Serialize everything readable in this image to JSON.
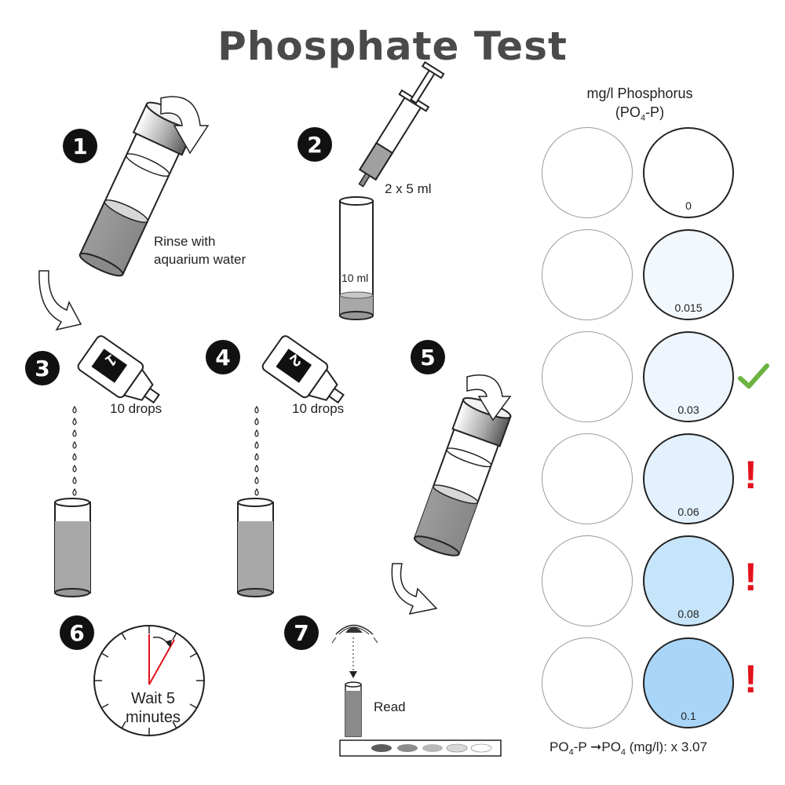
{
  "title": "Phosphate  Test",
  "steps": {
    "s1": {
      "badge": "1",
      "text_line1": "Rinse with",
      "text_line2": "aquarium water"
    },
    "s2": {
      "badge": "2",
      "volume": "2 x 5 ml",
      "tube_mark": "10 ml"
    },
    "s3": {
      "badge": "3",
      "bottle_number": "1",
      "drops": "10 drops"
    },
    "s4": {
      "badge": "4",
      "bottle_number": "2",
      "drops": "10 drops"
    },
    "s5": {
      "badge": "5"
    },
    "s6": {
      "badge": "6",
      "wait_line1": "Wait 5",
      "wait_line2": "minutes"
    },
    "s7": {
      "badge": "7",
      "read": "Read"
    }
  },
  "color_chart": {
    "heading_line1": "mg/l Phosphorus",
    "heading_line2_a": "(PO",
    "heading_line2_sub": "4",
    "heading_line2_b": "-P)",
    "rows": [
      {
        "value": "0",
        "color": "#ffffff",
        "status": "none"
      },
      {
        "value": "0.015",
        "color": "#f3f8fd",
        "status": "none"
      },
      {
        "value": "0.03",
        "color": "#eef5fc",
        "status": "ok"
      },
      {
        "value": "0.06",
        "color": "#e2f1fd",
        "status": "warning"
      },
      {
        "value": "0.08",
        "color": "#c6e4fa",
        "status": "warning"
      },
      {
        "value": "0.1",
        "color": "#a9d6f8",
        "status": "warning"
      }
    ],
    "ok_color": "#6cb33f",
    "warning_color": "#e3121b",
    "warning_symbol": "!"
  },
  "formula": {
    "part1": "PO",
    "sub1": "4",
    "part2": "-P ",
    "arrow": "➞",
    "part3": "PO",
    "sub2": "4",
    "part4": " (mg/l): x 3.07"
  }
}
